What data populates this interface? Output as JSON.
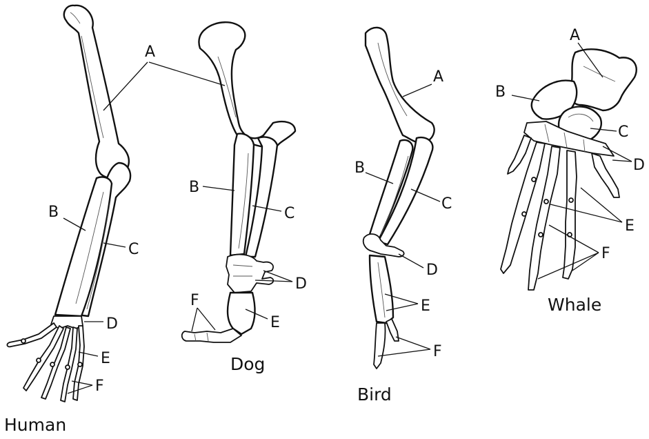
{
  "colors": {
    "ink": "#111111",
    "background": "#ffffff"
  },
  "labels": {
    "A": "A",
    "B": "B",
    "C": "C",
    "D": "D",
    "E": "E",
    "F": "F"
  },
  "specimens": {
    "human": "Human",
    "dog": "Dog",
    "bird": "Bird",
    "whale": "Whale"
  }
}
